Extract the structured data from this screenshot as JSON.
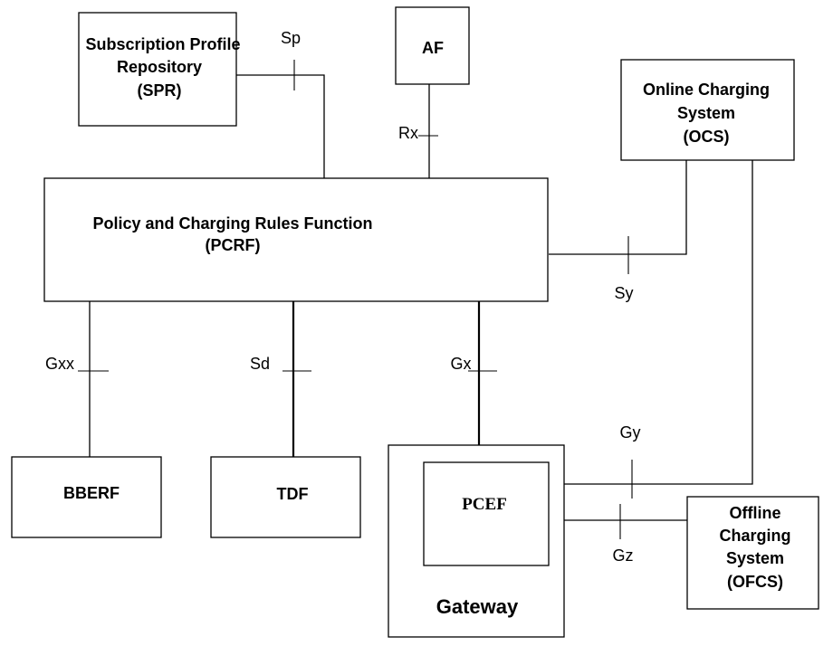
{
  "nodes": {
    "spr": {
      "lines": [
        "Subscription Profile",
        "Repository",
        "(SPR)"
      ]
    },
    "af": {
      "lines": [
        "AF"
      ]
    },
    "ocs": {
      "lines": [
        "Online Charging",
        "System",
        "(OCS)"
      ]
    },
    "pcrf": {
      "lines": [
        "Policy and Charging Rules Function",
        "(PCRF)"
      ]
    },
    "bberf": {
      "lines": [
        "BBERF"
      ]
    },
    "tdf": {
      "lines": [
        "TDF"
      ]
    },
    "gateway": {
      "lines": [
        "Gateway"
      ]
    },
    "pcef": {
      "lines": [
        "PCEF"
      ]
    },
    "ofcs": {
      "lines": [
        "Offline",
        "Charging",
        "System",
        "(OFCS)"
      ]
    }
  },
  "interfaces": {
    "sp": "Sp",
    "rx": "Rx",
    "sy": "Sy",
    "gxx": "Gxx",
    "sd": "Sd",
    "gx": "Gx",
    "gy": "Gy",
    "gz": "Gz"
  }
}
